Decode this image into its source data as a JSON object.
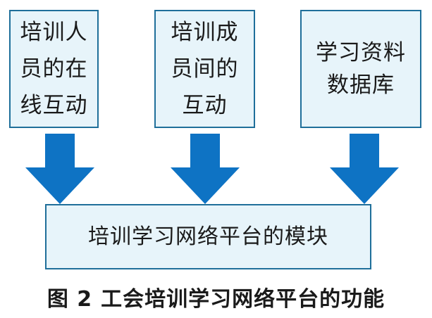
{
  "diagram": {
    "nodes": {
      "online": {
        "lines": [
          "培训人",
          "员的在",
          "线互动"
        ]
      },
      "peer": {
        "lines": [
          "培训成",
          "员间的",
          "互动"
        ]
      },
      "database": {
        "lines": [
          "学习资料",
          "数据库"
        ]
      },
      "module": {
        "lines": [
          "培训学习网络平台的模块"
        ]
      }
    },
    "edges": [
      {
        "from": "online",
        "to": "module"
      },
      {
        "from": "peer",
        "to": "module"
      },
      {
        "from": "database",
        "to": "module"
      }
    ],
    "colors": {
      "box_fill": "#e7f4fa",
      "box_border": "#1f6f9a",
      "arrow": "#0e73c4",
      "text": "#1a1a1a"
    }
  },
  "caption": {
    "figure_number": "图 2",
    "text": "工会培训学习网络平台的功能"
  }
}
